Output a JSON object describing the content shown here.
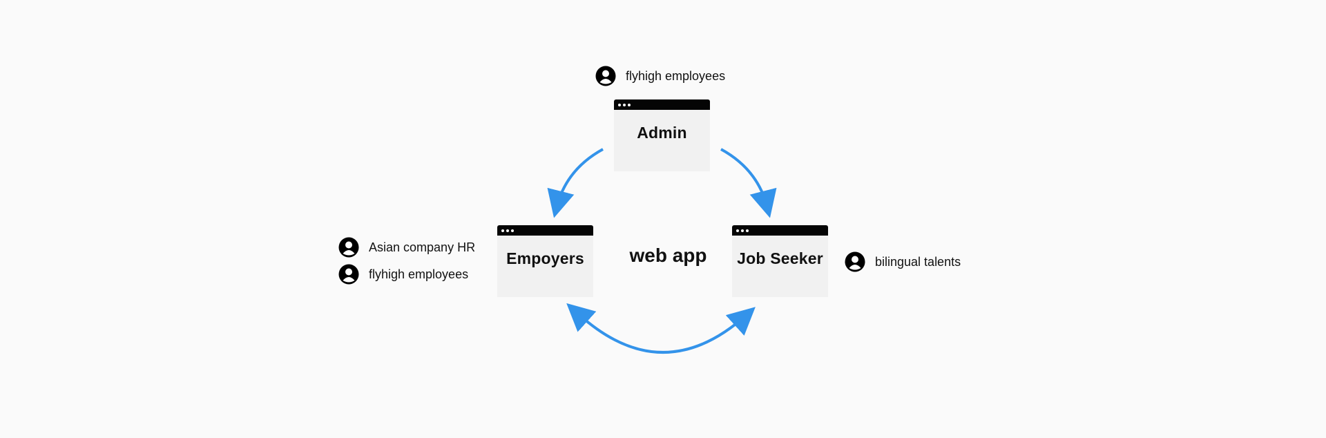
{
  "diagram": {
    "center_label": "web app",
    "windows": {
      "admin": "Admin",
      "employers": "Empoyers",
      "jobseeker": "Job Seeker"
    },
    "personas": {
      "admin": [
        "flyhigh employees"
      ],
      "employers": [
        "Asian company HR",
        "flyhigh employees"
      ],
      "jobseeker": [
        "bilingual talents"
      ]
    },
    "colors": {
      "arrow": "#3393EA",
      "titlebar": "#050505",
      "window_body": "#F1F1F1",
      "background": "#FAFAFA"
    },
    "icons": {
      "persona": "user-circle-icon",
      "window_controls": "three-dots-icon"
    }
  }
}
